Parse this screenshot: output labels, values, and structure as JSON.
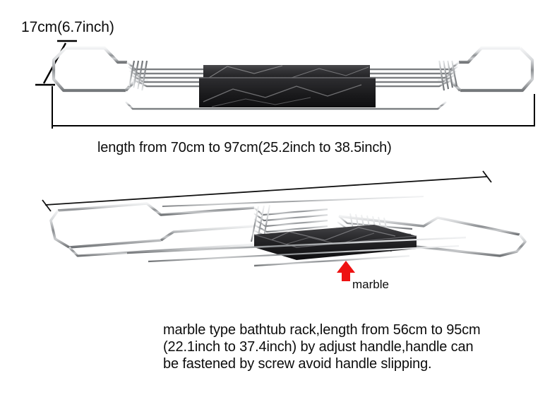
{
  "page": {
    "background": "#ffffff",
    "text_color": "#0d0d0d",
    "accent_color": "#ee1111"
  },
  "annotations": {
    "height_dimension": "17cm(6.7inch)",
    "length_dimension_caption": "length from 70cm to 97cm(25.2inch to 38.5inch)",
    "marble_callout": "marble"
  },
  "description": {
    "line1": "marble type bathtub rack,length from 56cm to 95cm",
    "line2": "(22.1inch to 37.4inch) by adjust handle,handle can",
    "line3": "be fastened by screw avoid handle slipping."
  },
  "products": {
    "top_view": {
      "name": "bathtub rack front elevation view",
      "marble_color": "#2a2a2c",
      "chrome_color": "#b9bbbd"
    },
    "bottom_view": {
      "name": "bathtub rack angled perspective view",
      "marble_color": "#232325",
      "chrome_color": "#b9bbbd"
    }
  }
}
